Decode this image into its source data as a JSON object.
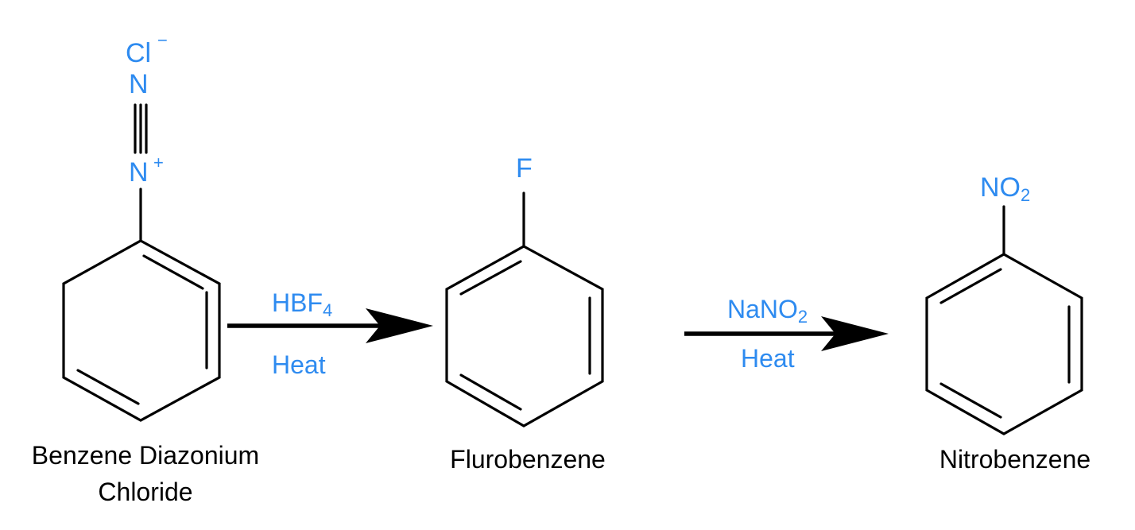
{
  "colors": {
    "heteroatom": "#2e8bf0",
    "bond": "#000000",
    "label": "#000000"
  },
  "reactant": {
    "counter_ion": "Cl",
    "counter_charge": "−",
    "terminal_atom": "N",
    "cation_atom": "N",
    "cation_charge": "+",
    "name_line1": "Benzene Diazonium",
    "name_line2": "Chloride"
  },
  "step1": {
    "reagent": "HBF",
    "reagent_sub": "4",
    "condition": "Heat"
  },
  "intermediate": {
    "substituent": "F",
    "name": "Flurobenzene"
  },
  "step2": {
    "reagent": "NaNO",
    "reagent_sub": "2",
    "condition": "Heat"
  },
  "product": {
    "substituent": "NO",
    "substituent_sub": "2",
    "name": "Nitrobenzene"
  }
}
